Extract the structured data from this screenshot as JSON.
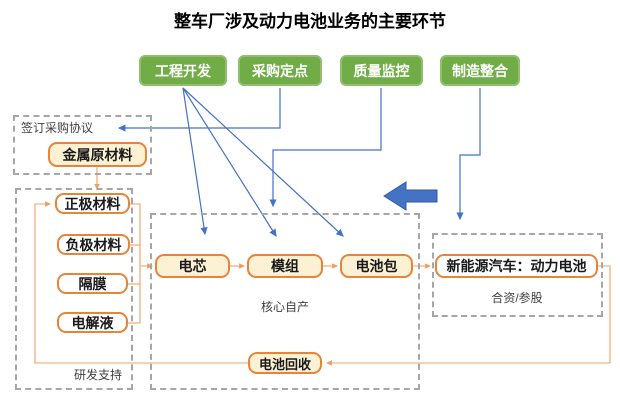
{
  "title": "整车厂涉及动力电池业务的主要环节",
  "process_row": {
    "items": [
      {
        "label": "工程开发"
      },
      {
        "label": "采购定点"
      },
      {
        "label": "质量监控"
      },
      {
        "label": "制造整合"
      }
    ]
  },
  "procurement_group": {
    "label": "签订采购协议",
    "material": {
      "label": "金属原材料"
    }
  },
  "rnd_group": {
    "label": "研发支持",
    "materials": [
      {
        "label": "正极材料"
      },
      {
        "label": "负极材料"
      },
      {
        "label": "隔膜"
      },
      {
        "label": "电解液"
      }
    ]
  },
  "core_group": {
    "label": "核心自产",
    "chain": [
      {
        "label": "电芯"
      },
      {
        "label": "模组"
      },
      {
        "label": "电池包"
      }
    ],
    "recycle": {
      "label": "电池回收"
    }
  },
  "jv_group": {
    "label": "合资/参股",
    "product": {
      "label": "新能源汽车：动力电池"
    }
  },
  "colors": {
    "green_fill": "#70AD47",
    "green_border": "#93BE70",
    "orange_border": "#E8833A",
    "orange_line": "#EDA064",
    "cream_fill": "#FDF1D3",
    "blue": "#4472C4",
    "blue_dark": "#2E5C9E",
    "dash_gray": "#A6A6A6"
  }
}
